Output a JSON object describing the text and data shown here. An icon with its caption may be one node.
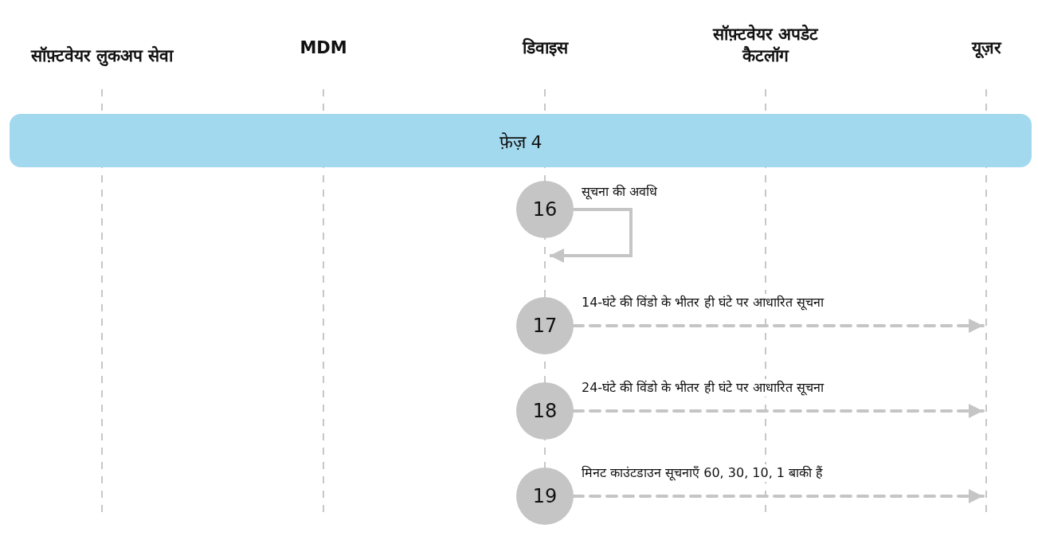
{
  "diagram": {
    "nodes": [
      {
        "text": [
          "सॉफ़्टवेयर लुकअप सेवा"
        ]
      },
      {
        "text": [
          "MDM"
        ]
      },
      {
        "text": [
          "डिवाइस"
        ]
      },
      {
        "text": [
          "सॉफ़्टवेयर अपडेट कैटलॉग"
        ]
      },
      {
        "text": [
          "यूज़र"
        ]
      },
      {
        "text": [
          "फ़ेज़ 4"
        ]
      },
      {
        "text": [
          "16"
        ]
      },
      {
        "text": [
          "17"
        ]
      },
      {
        "text": [
          "18"
        ]
      },
      {
        "text": [
          "19"
        ]
      }
    ],
    "edges": [
      {
        "from": 6,
        "to": 6,
        "arrow": "to",
        "label": "सूचना की अवधि"
      },
      {
        "from": 7,
        "to": null,
        "arrow": "to",
        "label": "14-घंटे की विंडो के भीतर ही घंटे पर आधारित सूचना",
        "style": "dashed"
      },
      {
        "from": 8,
        "to": null,
        "arrow": "to",
        "label": "24-घंटे की विंडो के भीतर ही घंटे पर आधारित सूचना",
        "style": "dashed"
      },
      {
        "from": 9,
        "to": null,
        "arrow": "to",
        "label": "मिनट काउंटडाउन सूचनाएँ 60, 30, 10, 1 बाकी हैं",
        "style": "dashed"
      }
    ]
  }
}
